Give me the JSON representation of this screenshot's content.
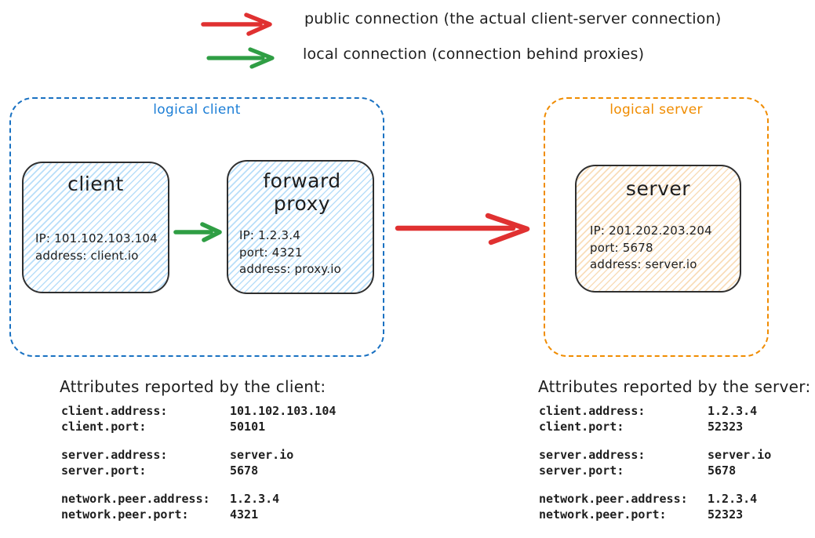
{
  "legend": {
    "public": {
      "label": "public connection (the actual client-server connection)",
      "color": "#e03131"
    },
    "local": {
      "label": "local connection (connection behind proxies)",
      "color": "#2f9e44"
    }
  },
  "logical_client": {
    "label": "logical client",
    "border_color": "#1971c2",
    "client_node": {
      "title": "client",
      "lines": "IP: 101.102.103.104\naddress: client.io",
      "fill_hatch_color": "#a5d8ff"
    },
    "proxy_node": {
      "title": "forward proxy",
      "lines": "IP: 1.2.3.4\nport: 4321\naddress: proxy.io",
      "fill_hatch_color": "#a5d8ff"
    }
  },
  "logical_server": {
    "label": "logical server",
    "border_color": "#f08c00",
    "server_node": {
      "title": "server",
      "lines": "IP: 201.202.203.204\nport: 5678\naddress: server.io",
      "fill_hatch_color": "#ffd8a8"
    }
  },
  "attributes_client": {
    "heading": "Attributes reported by the client:",
    "rows": [
      {
        "key": "client.address:",
        "value": "101.102.103.104"
      },
      {
        "key": "client.port:",
        "value": "50101"
      },
      {
        "key": "server.address:",
        "value": "server.io"
      },
      {
        "key": "server.port:",
        "value": "5678"
      },
      {
        "key": "network.peer.address:",
        "value": "1.2.3.4"
      },
      {
        "key": "network.peer.port:",
        "value": "4321"
      }
    ]
  },
  "attributes_server": {
    "heading": "Attributes reported by the server:",
    "rows": [
      {
        "key": "client.address:",
        "value": "1.2.3.4"
      },
      {
        "key": "client.port:",
        "value": "52323"
      },
      {
        "key": "server.address:",
        "value": "server.io"
      },
      {
        "key": "server.port:",
        "value": "5678"
      },
      {
        "key": "network.peer.address:",
        "value": "1.2.3.4"
      },
      {
        "key": "network.peer.port:",
        "value": "52323"
      }
    ]
  }
}
